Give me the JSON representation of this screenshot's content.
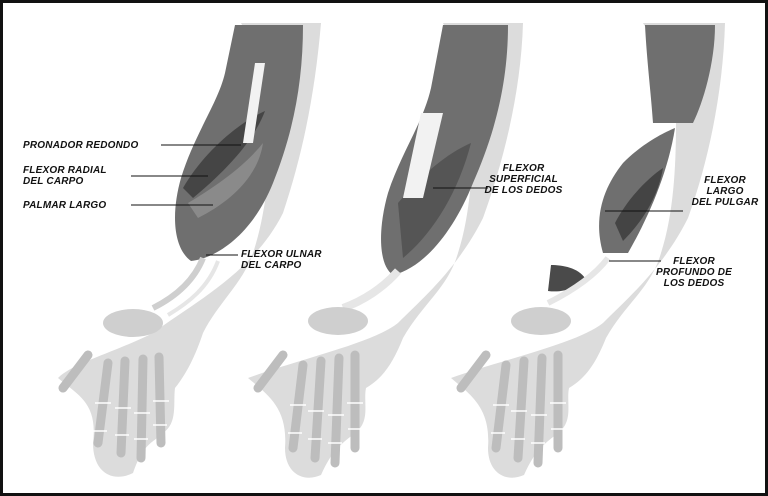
{
  "labels": {
    "pronador_redondo": [
      "PRONADOR REDONDO"
    ],
    "flexor_radial_del_carpo": [
      "FLEXOR RADIAL",
      "DEL CARPO"
    ],
    "palmar_largo": [
      "PALMAR LARGO"
    ],
    "flexor_ulnar_del_carpo": [
      "FLEXOR ULNAR",
      "DEL CARPO"
    ],
    "flexor_superficial_de_los_dedos": [
      "FLEXOR",
      "SUPERFICIAL",
      "DE LOS DEDOS"
    ],
    "flexor_largo_del_pulgar": [
      "FLEXOR",
      "LARGO",
      "DEL PULGAR"
    ],
    "flexor_profundo_de_los_dedos": [
      "FLEXOR",
      "PROFUNDO DE",
      "LOS DEDOS"
    ]
  },
  "colors": {
    "skin": "#dcdcdc",
    "muscle": "#6f6f6f",
    "muscle_dark": "#3f3f3f",
    "tendon": "#f2f2f2",
    "bone": "#c8c8c8"
  }
}
